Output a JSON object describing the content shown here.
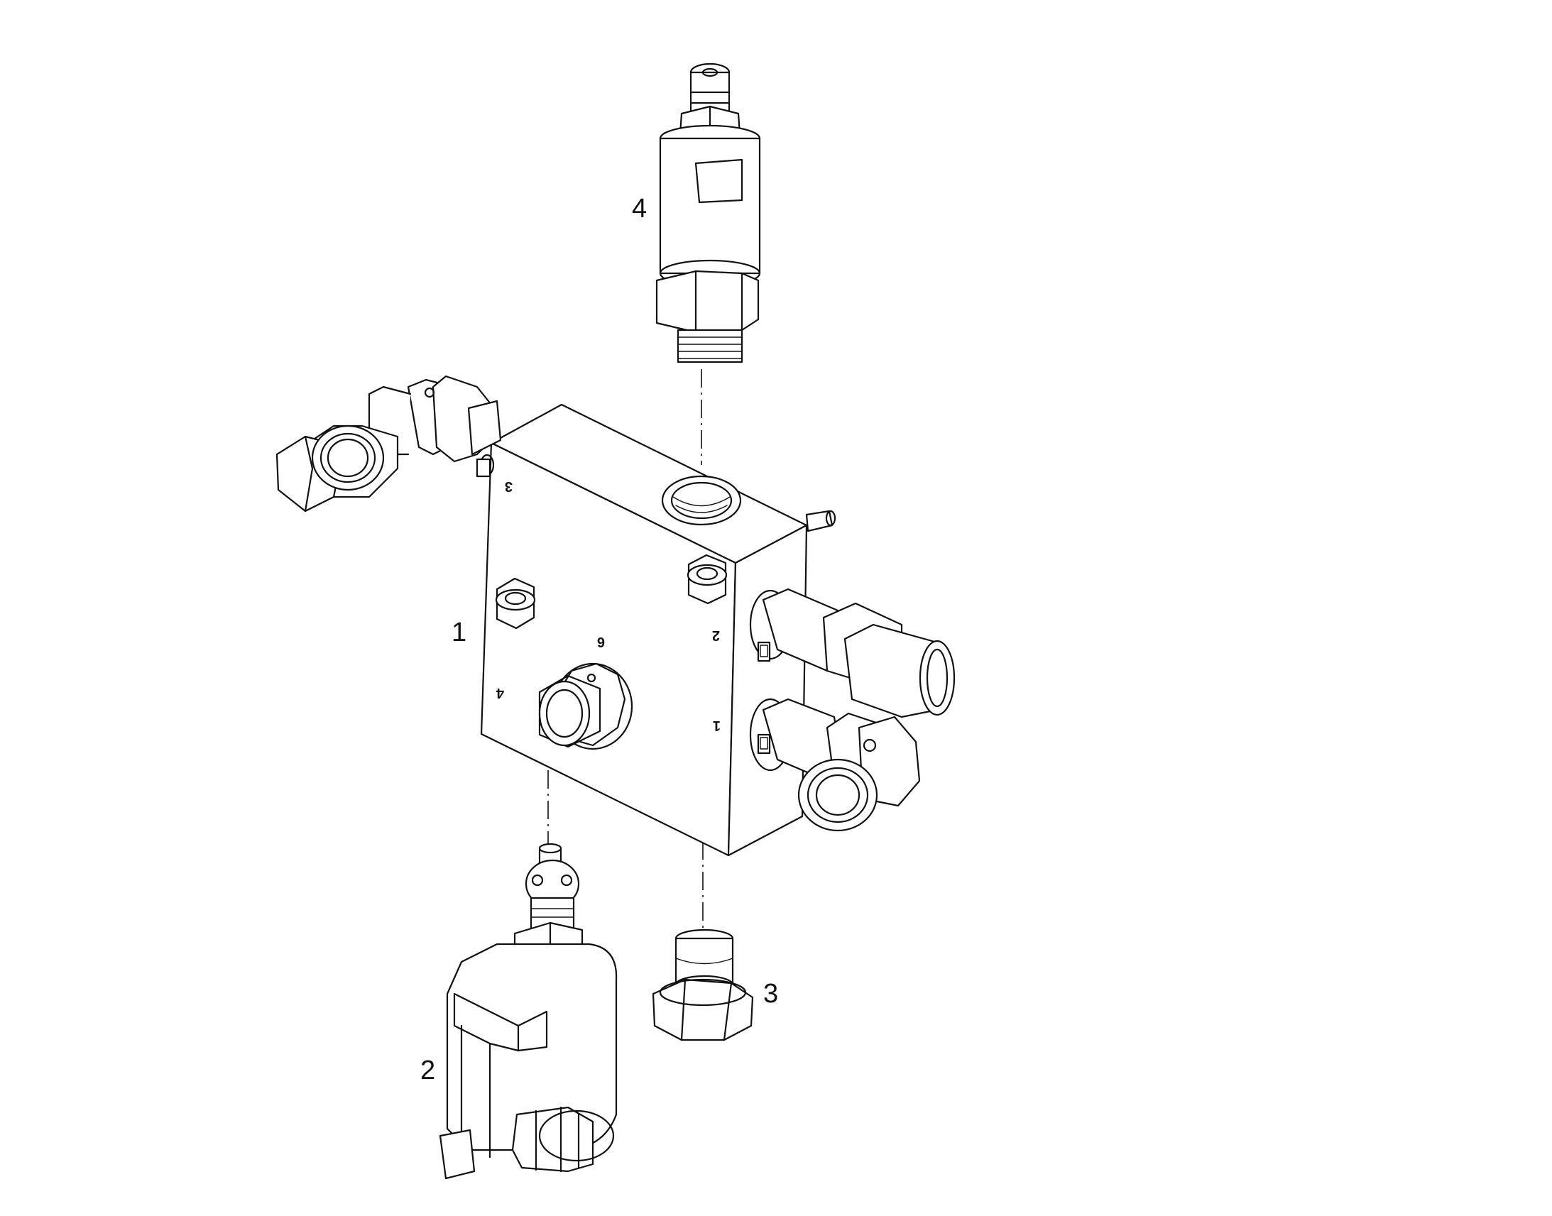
{
  "parts": [
    {
      "id": "valve-block",
      "callout": "1"
    },
    {
      "id": "solenoid-valve",
      "callout": "2"
    },
    {
      "id": "plug",
      "callout": "3"
    },
    {
      "id": "pressure-relief-valve",
      "callout": "4"
    }
  ],
  "port_labels": {
    "top_left": "3",
    "front_center": "6",
    "front_left": "4",
    "right_upper": "2",
    "right_lower": "1"
  }
}
